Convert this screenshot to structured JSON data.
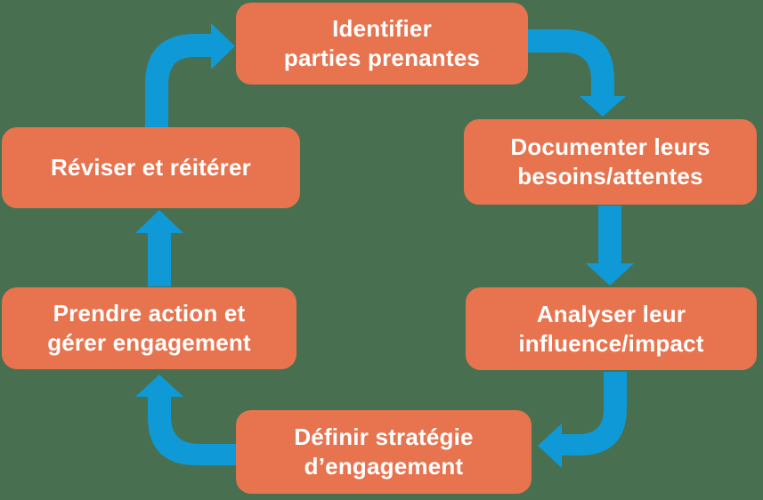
{
  "colors": {
    "background": "#487050",
    "box": "#E7744F",
    "arrow": "#0F9AD7",
    "text": "#FFFFFF"
  },
  "diagram": {
    "type": "cycle",
    "steps": [
      {
        "id": "identifier",
        "label": "Identifier\nparties prenantes"
      },
      {
        "id": "documenter",
        "label": "Documenter leurs\nbesoins/attentes"
      },
      {
        "id": "analyser",
        "label": "Analyser leur\ninfluence/impact"
      },
      {
        "id": "definir",
        "label": "Définir stratégie\nd’engagement"
      },
      {
        "id": "prendre",
        "label": "Prendre action et\ngérer engagement"
      },
      {
        "id": "reviser",
        "label": "Réviser et réitérer"
      }
    ],
    "flow": [
      {
        "from": "identifier",
        "to": "documenter"
      },
      {
        "from": "documenter",
        "to": "analyser"
      },
      {
        "from": "analyser",
        "to": "definir"
      },
      {
        "from": "definir",
        "to": "prendre"
      },
      {
        "from": "prendre",
        "to": "reviser"
      },
      {
        "from": "reviser",
        "to": "identifier"
      }
    ]
  }
}
